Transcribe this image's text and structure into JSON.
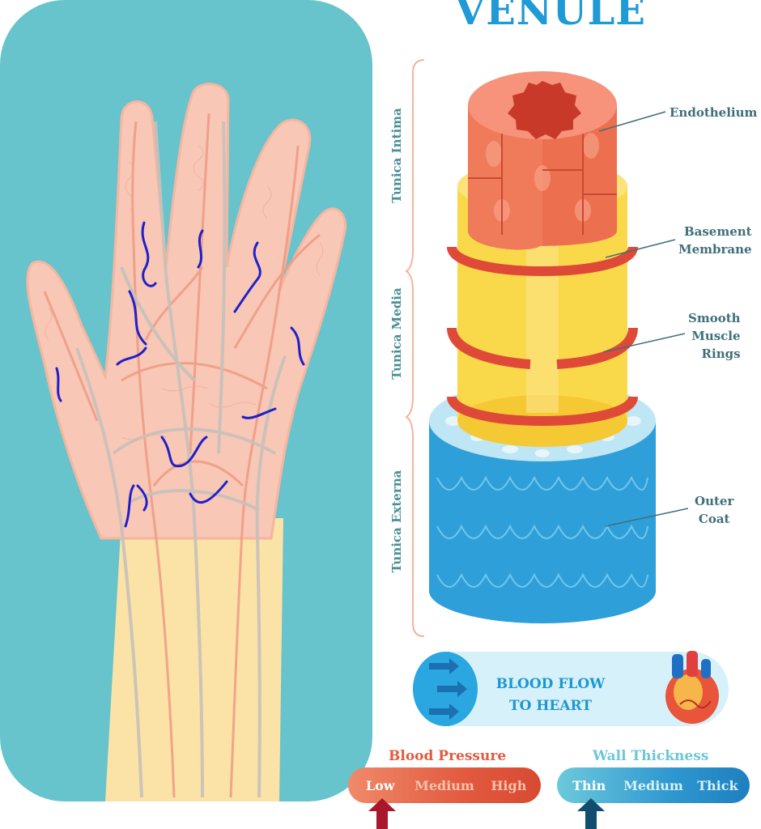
{
  "title": "VENULE",
  "layers": {
    "endothelium": "Endothelium",
    "basement_1": "Basement",
    "basement_2": "Membrane",
    "smooth_1": "Smooth",
    "smooth_2": "Muscle",
    "smooth_3": "Rings",
    "outer_1": "Outer",
    "outer_2": "Coat"
  },
  "tunics": {
    "intima": "Tunica Intima",
    "media": "Tunica Media",
    "externa": "Tunica Externa"
  },
  "flow": {
    "line1": "BLOOD FLOW",
    "line2": "TO HEART"
  },
  "legend": {
    "pressure_title": "Blood Pressure",
    "pressure_options": [
      "Low",
      "Medium",
      "High"
    ],
    "pressure_selected": "Low",
    "thickness_title": "Wall Thickness",
    "thickness_options": [
      "Thin",
      "Medium",
      "Thick"
    ],
    "thickness_selected": "Thin"
  },
  "colors": {
    "panel_bg": "#67c3cc",
    "hand": "#f8c7b6",
    "title": "#1f9ad6",
    "endothelium": "#ec6f4f",
    "basement": "#f9d949",
    "rings": "#df4a38",
    "outer_coat": "#2f9fd9",
    "pressure": "#e25a3f",
    "thickness": "#2e97cf"
  }
}
